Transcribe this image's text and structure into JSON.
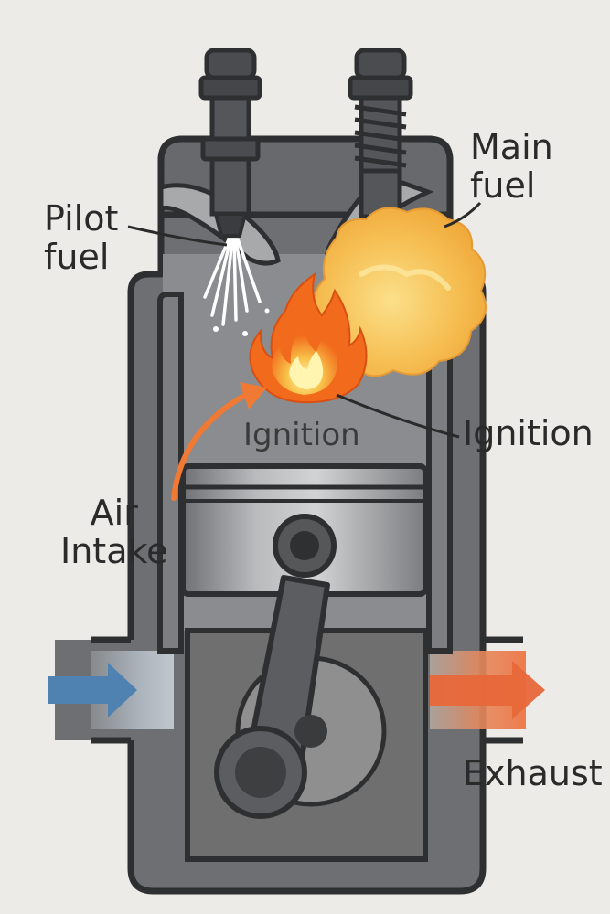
{
  "labels": {
    "pilot_fuel": [
      "Pilot",
      "fuel"
    ],
    "main_fuel": [
      "Main",
      "fuel"
    ],
    "ignition_center": "Ignition",
    "ignition_callout": "Ignition",
    "air_intake": [
      "Air",
      "Intake"
    ],
    "exhaust": "Exhaust"
  },
  "colors": {
    "background": "#ecebe7",
    "engine_body": "#6d6f72",
    "chamber": "#8a8c8f",
    "outline": "#2e2f31",
    "flame_orange": "#f26a1b",
    "flame_yellow": "#f8c24a",
    "fuel_cloud": "#f4b447",
    "air_arrow": "#4f82b0",
    "exhaust_arrow": "#e8683a",
    "spray": "#ffffff"
  },
  "icons": {
    "pilot_injector": "injector-icon",
    "main_injector": "injector-icon",
    "flame": "flame-icon",
    "piston": "piston-icon",
    "crankshaft": "crankshaft-icon"
  }
}
